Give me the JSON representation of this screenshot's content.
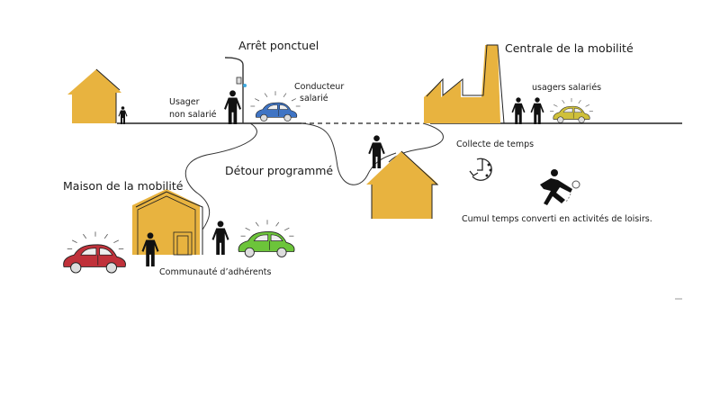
{
  "labels": {
    "arret_ponctuel": "Arrêt ponctuel",
    "usager_line1": "Usager",
    "usager_line2": "non salarié",
    "conducteur_line1": "Conducteur",
    "conducteur_line2": "salarié",
    "centrale": "Centrale de la mobilité",
    "usagers_salaries": "usagers salariés",
    "collecte": "Collecte de temps",
    "detour": "Détour programmé",
    "maison": "Maison de la mobilité",
    "communaute": "Communauté d’adhérents",
    "cumul": "Cumul temps converti en activités de loisirs."
  },
  "colors": {
    "building": "#E8B33F",
    "car_blue": "#3F74C4",
    "car_yellow": "#CFC03A",
    "car_green": "#6CC43A",
    "car_red": "#C0313A",
    "ink": "#1a1a1a"
  }
}
